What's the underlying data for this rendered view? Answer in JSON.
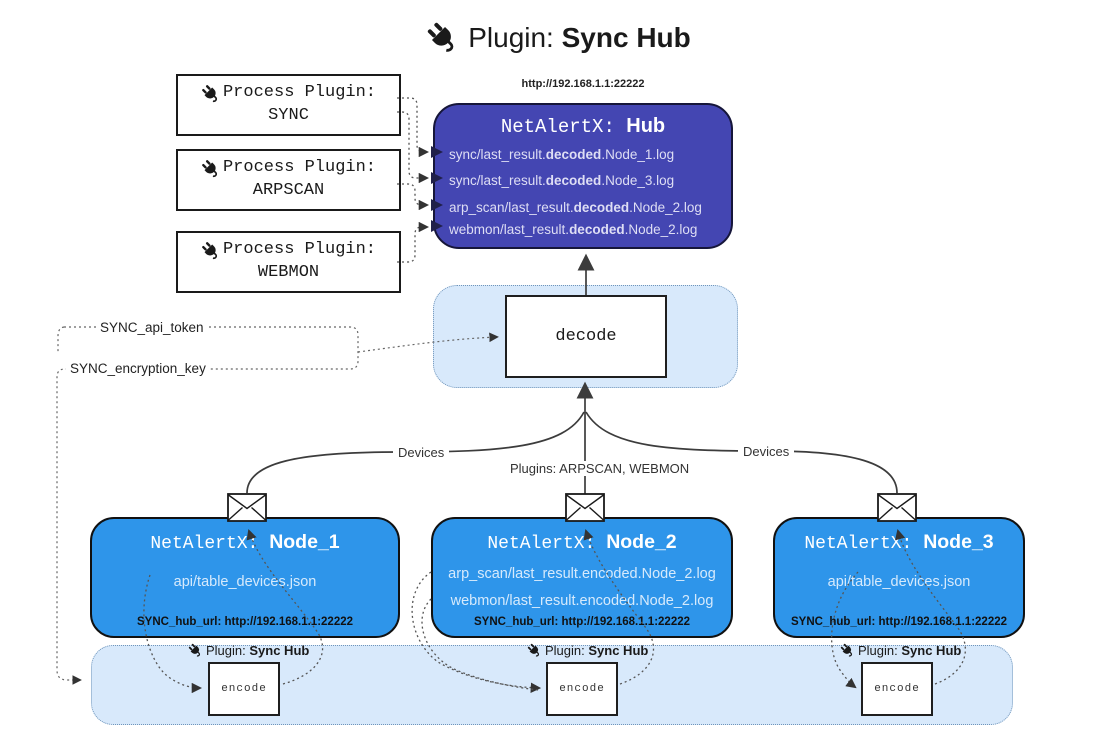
{
  "title": {
    "prefix": "Plugin:",
    "name": "Sync Hub"
  },
  "process_plugins": [
    {
      "label": "Process Plugin:",
      "name": "SYNC"
    },
    {
      "label": "Process Plugin:",
      "name": "ARPSCAN"
    },
    {
      "label": "Process Plugin:",
      "name": "WEBMON"
    }
  ],
  "hub": {
    "url": "http://192.168.1.1:22222",
    "title_prefix": "NetAlertX:",
    "title_name": "Hub",
    "entries": [
      {
        "pre": "sync/last_result.",
        "mid": "decoded",
        "post": ".Node_1.log"
      },
      {
        "pre": "sync/last_result.",
        "mid": "decoded",
        "post": ".Node_3.log"
      },
      {
        "pre": "arp_scan/last_result.",
        "mid": "decoded",
        "post": ".Node_2.log"
      },
      {
        "pre": "webmon/last_result.",
        "mid": "decoded",
        "post": ".Node_2.log"
      }
    ]
  },
  "decode": {
    "label": "decode"
  },
  "settings": {
    "api_token": "SYNC_api_token",
    "encryption_key": "SYNC_encryption_key"
  },
  "edge_labels": {
    "devices_left": "Devices",
    "plugins_center": "Plugins: ARPSCAN, WEBMON",
    "devices_right": "Devices"
  },
  "nodes": [
    {
      "title_prefix": "NetAlertX:",
      "title_name": "Node_1",
      "files": [
        "api/table_devices.json"
      ],
      "hub_url": "SYNC_hub_url: http://192.168.1.1:22222"
    },
    {
      "title_prefix": "NetAlertX:",
      "title_name": "Node_2",
      "files": [
        "arp_scan/last_result.encoded.Node_2.log",
        "webmon/last_result.encoded.Node_2.log"
      ],
      "hub_url": "SYNC_hub_url: http://192.168.1.1:22222"
    },
    {
      "title_prefix": "NetAlertX:",
      "title_name": "Node_3",
      "files": [
        "api/table_devices.json"
      ],
      "hub_url": "SYNC_hub_url: http://192.168.1.1:22222"
    }
  ],
  "encode_section": {
    "plugin_label": "Plugin:",
    "plugin_name": "Sync Hub",
    "encode_label": "encode"
  },
  "colors": {
    "hub_fill": "#4446b2",
    "node_fill": "#2e95ea",
    "panel_fill": "#d8e9fb",
    "panel_border": "#7095ba",
    "wire": "#3c3c3c",
    "dotted_wire": "#555555"
  }
}
